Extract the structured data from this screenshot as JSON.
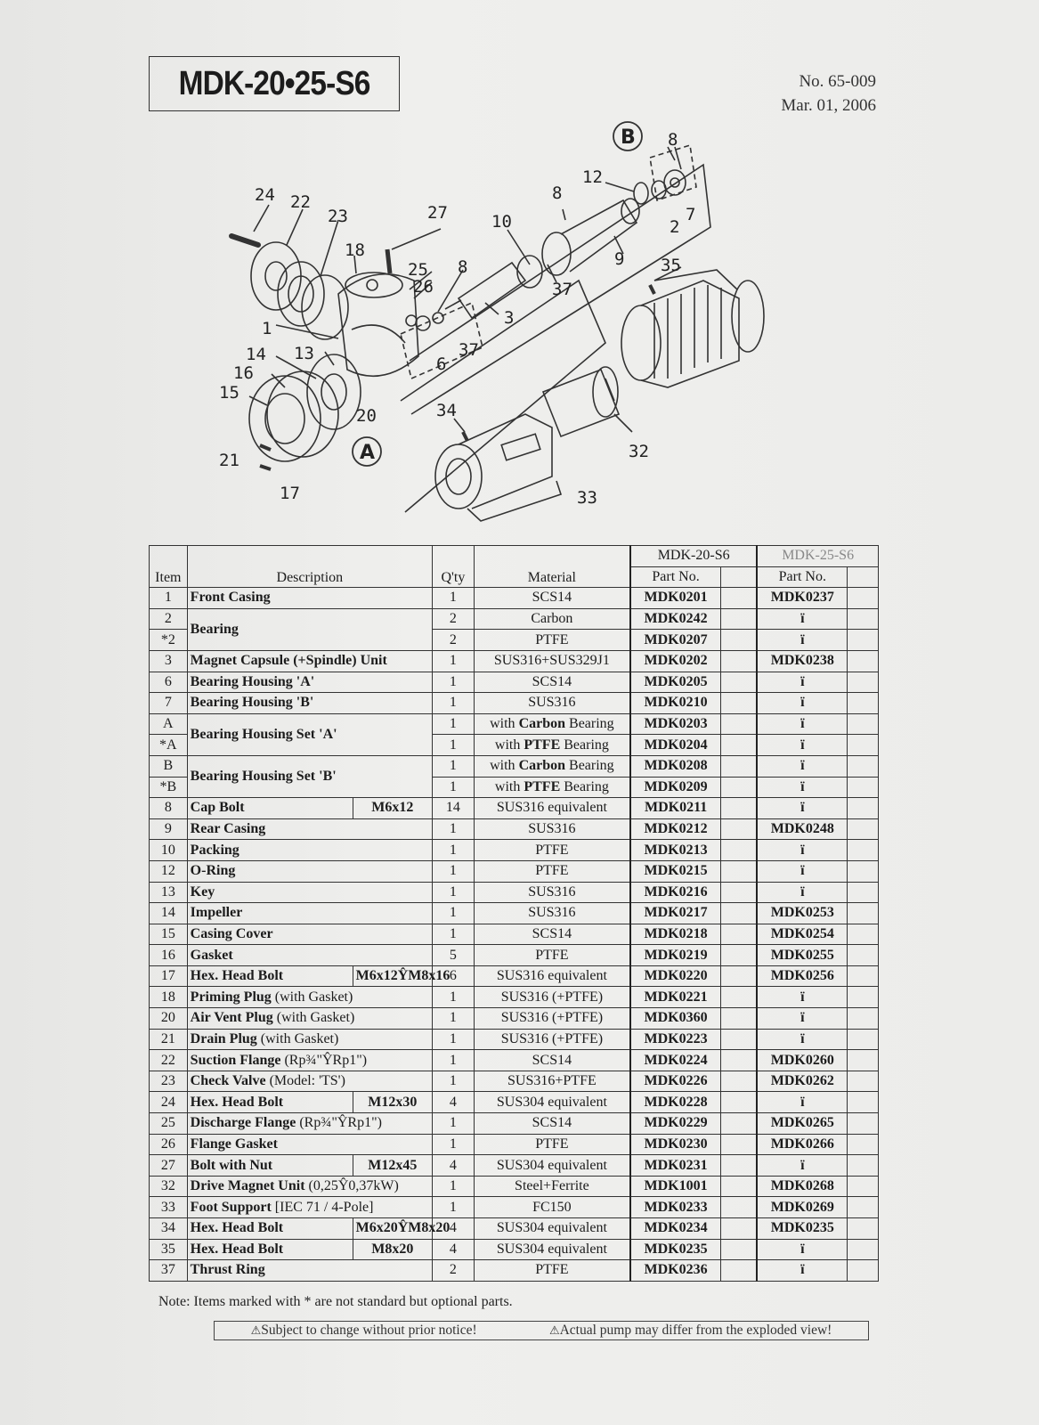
{
  "header": {
    "model_title": "MDK-20•25-S6",
    "doc_number": "No. 65-009",
    "doc_date": "Mar. 01, 2006"
  },
  "diagram": {
    "labels": [
      "24",
      "22",
      "23",
      "18",
      "27",
      "25",
      "26",
      "8",
      "10",
      "12",
      "8",
      "B",
      "8",
      "7",
      "2",
      "9",
      "37",
      "35",
      "3",
      "1",
      "13",
      "14",
      "16",
      "15",
      "6",
      "37",
      "20",
      "34",
      "32",
      "A",
      "21",
      "17",
      "33"
    ]
  },
  "table": {
    "headers": {
      "item": "Item",
      "description": "Description",
      "qty": "Q'ty",
      "material": "Material",
      "model_a": "MDK-20-S6",
      "model_b": "MDK-25-S6",
      "part_no": "Part No."
    },
    "rows": [
      {
        "item": "1",
        "desc": "Front Casing",
        "desc_note": "",
        "size": "",
        "qty": "1",
        "material": "SCS14",
        "pn_a": "MDK0201",
        "pn_b": "MDK0237"
      },
      {
        "item": "2",
        "desc": "Bearing",
        "desc_note": "",
        "size": "",
        "qty": "2",
        "material": "Carbon",
        "pn_a": "MDK0242",
        "pn_b": "ï"
      },
      {
        "item": "*2",
        "desc": "",
        "desc_note": "",
        "size": "",
        "qty": "2",
        "material": "PTFE",
        "pn_a": "MDK0207",
        "pn_b": "ï"
      },
      {
        "item": "3",
        "desc": "Magnet Capsule (+Spindle) Unit",
        "desc_note": "",
        "size": "",
        "qty": "1",
        "material": "SUS316+SUS329J1",
        "pn_a": "MDK0202",
        "pn_b": "MDK0238"
      },
      {
        "item": "6",
        "desc": "Bearing Housing 'A'",
        "desc_note": "",
        "size": "",
        "qty": "1",
        "material": "SCS14",
        "pn_a": "MDK0205",
        "pn_b": "ï"
      },
      {
        "item": "7",
        "desc": "Bearing Housing 'B'",
        "desc_note": "",
        "size": "",
        "qty": "1",
        "material": "SUS316",
        "pn_a": "MDK0210",
        "pn_b": "ï"
      },
      {
        "item": "A",
        "desc": "Bearing Housing Set 'A'",
        "desc_note": "",
        "size": "",
        "qty": "1",
        "material_pre": "with ",
        "material_b": "Carbon",
        "material_post": " Bearing",
        "pn_a": "MDK0203",
        "pn_b": "ï"
      },
      {
        "item": "*A",
        "desc": "",
        "desc_note": "",
        "size": "",
        "qty": "1",
        "material_pre": "with ",
        "material_b": "PTFE",
        "material_post": " Bearing",
        "pn_a": "MDK0204",
        "pn_b": "ï"
      },
      {
        "item": "B",
        "desc": "Bearing Housing Set 'B'",
        "desc_note": "",
        "size": "",
        "qty": "1",
        "material_pre": "with ",
        "material_b": "Carbon",
        "material_post": " Bearing",
        "pn_a": "MDK0208",
        "pn_b": "ï"
      },
      {
        "item": "*B",
        "desc": "",
        "desc_note": "",
        "size": "",
        "qty": "1",
        "material_pre": "with ",
        "material_b": "PTFE",
        "material_post": " Bearing",
        "pn_a": "MDK0209",
        "pn_b": "ï"
      },
      {
        "item": "8",
        "desc": "Cap Bolt",
        "desc_note": "",
        "size": "M6x12",
        "qty": "14",
        "material": "SUS316 equivalent",
        "pn_a": "MDK0211",
        "pn_b": "ï"
      },
      {
        "item": "9",
        "desc": "Rear Casing",
        "desc_note": "",
        "size": "",
        "qty": "1",
        "material": "SUS316",
        "pn_a": "MDK0212",
        "pn_b": "MDK0248"
      },
      {
        "item": "10",
        "desc": "Packing",
        "desc_note": "",
        "size": "",
        "qty": "1",
        "material": "PTFE",
        "pn_a": "MDK0213",
        "pn_b": "ï"
      },
      {
        "item": "12",
        "desc": "O-Ring",
        "desc_note": "",
        "size": "",
        "qty": "1",
        "material": "PTFE",
        "pn_a": "MDK0215",
        "pn_b": "ï"
      },
      {
        "item": "13",
        "desc": "Key",
        "desc_note": "",
        "size": "",
        "qty": "1",
        "material": "SUS316",
        "pn_a": "MDK0216",
        "pn_b": "ï"
      },
      {
        "item": "14",
        "desc": "Impeller",
        "desc_note": "",
        "size": "",
        "qty": "1",
        "material": "SUS316",
        "pn_a": "MDK0217",
        "pn_b": "MDK0253"
      },
      {
        "item": "15",
        "desc": "Casing Cover",
        "desc_note": "",
        "size": "",
        "qty": "1",
        "material": "SCS14",
        "pn_a": "MDK0218",
        "pn_b": "MDK0254"
      },
      {
        "item": "16",
        "desc": "Gasket",
        "desc_note": "",
        "size": "",
        "qty": "5",
        "material": "PTFE",
        "pn_a": "MDK0219",
        "pn_b": "MDK0255"
      },
      {
        "item": "17",
        "desc": "Hex. Head Bolt",
        "desc_note": "",
        "size": "M6x12ŶM8x16",
        "qty": "6",
        "material": "SUS316 equivalent",
        "pn_a": "MDK0220",
        "pn_b": "MDK0256"
      },
      {
        "item": "18",
        "desc": "Priming Plug",
        "desc_note": " (with Gasket)",
        "size": "",
        "qty": "1",
        "material": "SUS316 (+PTFE)",
        "pn_a": "MDK0221",
        "pn_b": "ï"
      },
      {
        "item": "20",
        "desc": "Air Vent Plug",
        "desc_note": " (with Gasket)",
        "size": "",
        "qty": "1",
        "material": "SUS316 (+PTFE)",
        "pn_a": "MDK0360",
        "pn_b": "ï"
      },
      {
        "item": "21",
        "desc": "Drain Plug",
        "desc_note": " (with Gasket)",
        "size": "",
        "qty": "1",
        "material": "SUS316 (+PTFE)",
        "pn_a": "MDK0223",
        "pn_b": "ï"
      },
      {
        "item": "22",
        "desc": "Suction Flange",
        "desc_note": "  (Rp¾\"ŶRp1\")",
        "size": "",
        "qty": "1",
        "material": "SCS14",
        "pn_a": "MDK0224",
        "pn_b": "MDK0260"
      },
      {
        "item": "23",
        "desc": "Check Valve",
        "desc_note": "  (Model: 'TS')",
        "size": "",
        "qty": "1",
        "material": "SUS316+PTFE",
        "pn_a": "MDK0226",
        "pn_b": "MDK0262"
      },
      {
        "item": "24",
        "desc": "Hex. Head Bolt",
        "desc_note": "",
        "size": "M12x30",
        "qty": "4",
        "material": "SUS304 equivalent",
        "pn_a": "MDK0228",
        "pn_b": "ï"
      },
      {
        "item": "25",
        "desc": "Discharge Flange",
        "desc_note": "  (Rp¾\"ŶRp1\")",
        "size": "",
        "qty": "1",
        "material": "SCS14",
        "pn_a": "MDK0229",
        "pn_b": "MDK0265"
      },
      {
        "item": "26",
        "desc": "Flange Gasket",
        "desc_note": "",
        "size": "",
        "qty": "1",
        "material": "PTFE",
        "pn_a": "MDK0230",
        "pn_b": "MDK0266"
      },
      {
        "item": "27",
        "desc": "Bolt with Nut",
        "desc_note": "",
        "size": "M12x45",
        "qty": "4",
        "material": "SUS304 equivalent",
        "pn_a": "MDK0231",
        "pn_b": "ï"
      },
      {
        "item": "32",
        "desc": "Drive Magnet Unit",
        "desc_note": " (0,25Ŷ0,37kW)",
        "size": "",
        "qty": "1",
        "material": "Steel+Ferrite",
        "pn_a": "MDK1001",
        "pn_b": "MDK0268"
      },
      {
        "item": "33",
        "desc": "Foot Support",
        "desc_note": "  [IEC 71 / 4-Pole]",
        "size": "",
        "qty": "1",
        "material": "FC150",
        "pn_a": "MDK0233",
        "pn_b": "MDK0269"
      },
      {
        "item": "34",
        "desc": "Hex. Head Bolt",
        "desc_note": "",
        "size": "M6x20ŶM8x20",
        "qty": "4",
        "material": "SUS304 equivalent",
        "pn_a": "MDK0234",
        "pn_b": "MDK0235"
      },
      {
        "item": "35",
        "desc": "Hex. Head Bolt",
        "desc_note": "",
        "size": "M8x20",
        "qty": "4",
        "material": "SUS304 equivalent",
        "pn_a": "MDK0235",
        "pn_b": "ï"
      },
      {
        "item": "37",
        "desc": "Thrust Ring",
        "desc_note": "",
        "size": "",
        "qty": "2",
        "material": "PTFE",
        "pn_a": "MDK0236",
        "pn_b": "ï"
      }
    ]
  },
  "footer": {
    "note": "Note: Items marked with * are not standard but optional parts.",
    "notice_1": "Subject to change without prior notice!",
    "notice_2": "Actual pump may differ from the exploded view!",
    "warning_icon": "warning-triangle-icon"
  }
}
